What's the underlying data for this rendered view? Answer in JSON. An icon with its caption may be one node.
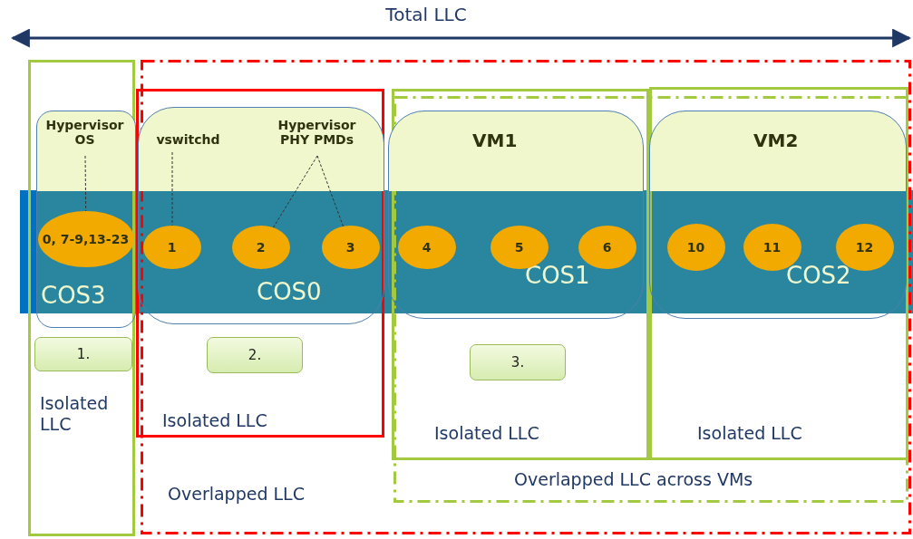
{
  "diagram": {
    "nodes": [
      {
        "text": [
          "Isolated LLC"
        ]
      },
      {
        "text": [
          "Overlapped LLC"
        ]
      },
      {
        "text": [
          "Isolated LLC"
        ],
        "in": 1
      },
      {
        "text": [
          "Overlapped LLC across VMs"
        ],
        "in": 1
      },
      {
        "text": [
          "Isolated LLC"
        ],
        "in": 3
      },
      {
        "text": [
          "Isolated LLC"
        ],
        "in": 3
      },
      {
        "text": [
          "COS3"
        ],
        "in": 0
      },
      {
        "text": [
          "Hypervisor OS"
        ],
        "in": 6
      },
      {
        "text": [
          "0, 7-9,13-23"
        ],
        "in": 6
      },
      {
        "text": [
          "COS0"
        ],
        "in": 2
      },
      {
        "text": [
          "vswitchd"
        ],
        "in": 9
      },
      {
        "text": [
          "Hypervisor PHY PMDs"
        ],
        "in": 9
      },
      {
        "text": [
          "1"
        ],
        "in": 9
      },
      {
        "text": [
          "2"
        ],
        "in": 9
      },
      {
        "text": [
          "3"
        ],
        "in": 9
      },
      {
        "text": [
          "VM1",
          "COS1"
        ],
        "in": 4
      },
      {
        "text": [
          "4"
        ],
        "in": 15
      },
      {
        "text": [
          "5"
        ],
        "in": 15
      },
      {
        "text": [
          "6"
        ],
        "in": 15
      },
      {
        "text": [
          "VM2",
          "COS2"
        ],
        "in": 5
      },
      {
        "text": [
          "10"
        ],
        "in": 19
      },
      {
        "text": [
          "11"
        ],
        "in": 19
      },
      {
        "text": [
          "12"
        ],
        "in": 19
      },
      {
        "text": [
          "1."
        ],
        "in": 0
      },
      {
        "text": [
          "2."
        ],
        "in": 2
      },
      {
        "text": [
          "3."
        ],
        "in": 4
      }
    ],
    "edges": [
      {
        "from": 7,
        "to": 8,
        "arrow": "none",
        "style": "dashed"
      },
      {
        "from": 10,
        "to": 12,
        "arrow": "none",
        "style": "dashed"
      },
      {
        "from": 11,
        "to": 13,
        "arrow": "none",
        "style": "dashed"
      },
      {
        "from": 11,
        "to": 14,
        "arrow": "none",
        "style": "dashed"
      }
    ],
    "labels": [
      "Total LLC"
    ]
  }
}
